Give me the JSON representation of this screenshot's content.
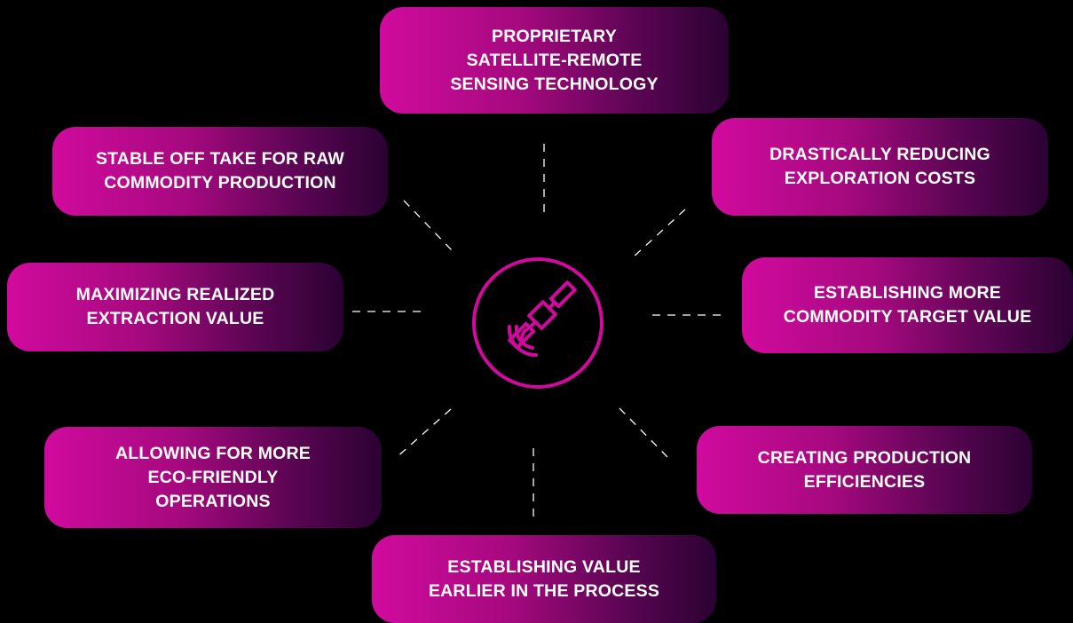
{
  "colors": {
    "background": "#000000",
    "accent": "#d10a9e",
    "gradient_end": "#2a0232",
    "text": "#ffffff",
    "connector": "#ffffff"
  },
  "center": {
    "icon": "satellite-icon"
  },
  "nodes": [
    {
      "id": "top",
      "label": "PROPRIETARY\nSATELLITE-REMOTE\nSENSING TECHNOLOGY"
    },
    {
      "id": "top-left",
      "label": "STABLE OFF TAKE FOR RAW\nCOMMODITY PRODUCTION"
    },
    {
      "id": "top-right",
      "label": "DRASTICALLY REDUCING\nEXPLORATION COSTS"
    },
    {
      "id": "left",
      "label": "MAXIMIZING REALIZED\nEXTRACTION VALUE"
    },
    {
      "id": "right",
      "label": "ESTABLISHING MORE\nCOMMODITY TARGET VALUE"
    },
    {
      "id": "bottom-left",
      "label": "ALLOWING FOR MORE\nECO-FRIENDLY\nOPERATIONS"
    },
    {
      "id": "bottom-right",
      "label": "CREATING PRODUCTION\nEFFICIENCIES"
    },
    {
      "id": "bottom",
      "label": "ESTABLISHING VALUE\nEARLIER IN THE PROCESS"
    }
  ]
}
